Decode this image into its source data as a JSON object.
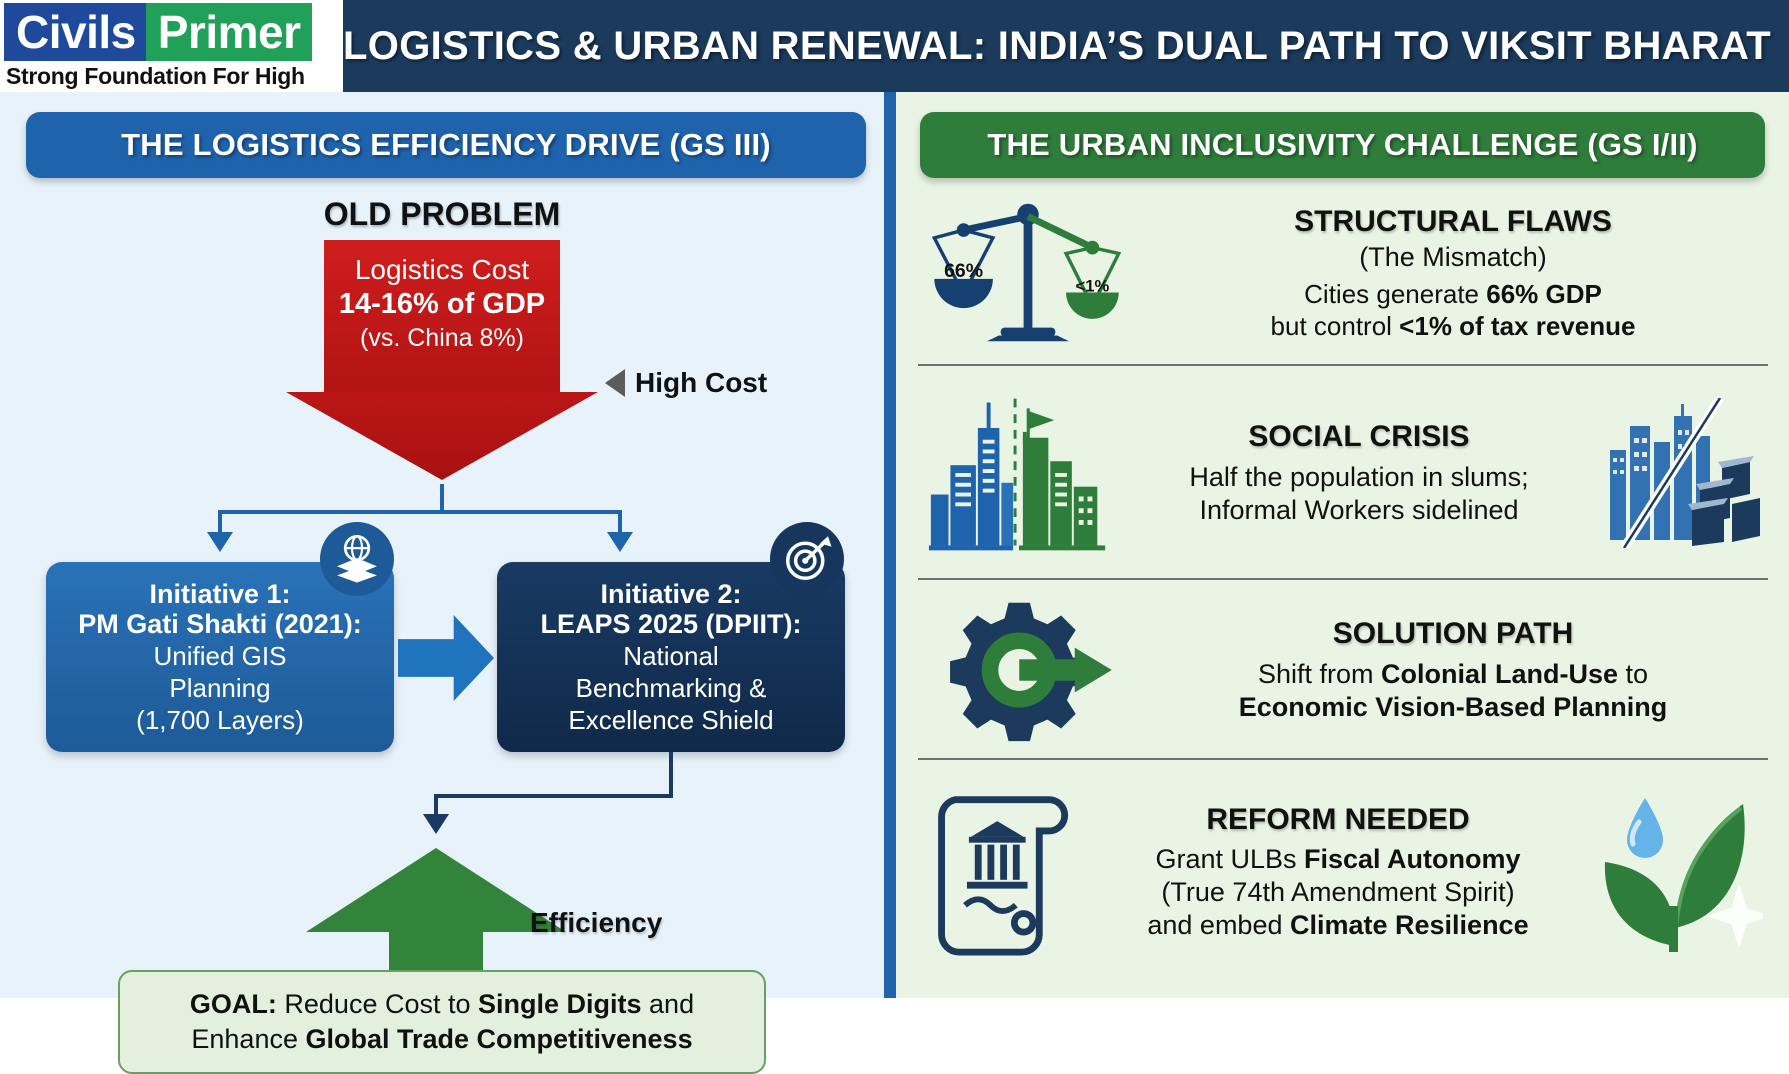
{
  "header": {
    "logo": {
      "part1": "Civils",
      "part2": "Primer",
      "tagline": "Strong Foundation For High Rise"
    },
    "title": "LOGISTICS & URBAN RENEWAL: INDIA’S DUAL PATH TO VIKSIT BHARAT"
  },
  "left_panel": {
    "heading": "THE LOGISTICS EFFICIENCY DRIVE (GS III)",
    "section_label": "OLD PROBLEM",
    "problem": {
      "line1": "Logistics Cost",
      "line2": "14-16% of GDP",
      "line3": "(vs. China 8%)",
      "callout": "High Cost"
    },
    "initiative1": {
      "title_line1": "Initiative 1:",
      "title_line2": "PM Gati Shakti (2021):",
      "body_line1": "Unified GIS",
      "body_line2": "Planning",
      "body_line3": "(1,700 Layers)",
      "icon": "globe-layers-icon"
    },
    "initiative2": {
      "title_line1": "Initiative 2:",
      "title_line2": "LEAPS 2025 (DPIIT):",
      "body_line1": "National",
      "body_line2": "Benchmarking &",
      "body_line3": "Excellence Shield",
      "icon": "target-icon"
    },
    "efficiency_label": "Efficiency",
    "goal": {
      "prefix": "GOAL:",
      "text_a": " Reduce Cost to ",
      "bold_a": "Single Digits",
      "text_b": " and Enhance ",
      "bold_b": "Global Trade Competitiveness"
    }
  },
  "right_panel": {
    "heading": "THE URBAN INCLUSIVITY CHALLENGE (GS I/II)",
    "rows": [
      {
        "icon": "balance-scale-icon",
        "scale_left_value": "66%",
        "scale_right_value": "<1%",
        "title": "STRUCTURAL FLAWS",
        "subtitle": "(The Mismatch)",
        "body_a": "Cities generate ",
        "body_bold_a": "66% GDP",
        "body_b": "but control ",
        "body_bold_b": "<1% of tax revenue"
      },
      {
        "icon": "city-skyline-icon",
        "icon_right": "skyline-vs-slum-icon",
        "title": "SOCIAL CRISIS",
        "body_line1": "Half the population in slums;",
        "body_line2": "Informal Workers sidelined"
      },
      {
        "icon": "gear-arrow-icon",
        "title": "SOLUTION PATH",
        "body_a": "Shift from ",
        "body_bold_a": "Colonial Land-Use",
        "body_b": " to",
        "body_bold_b": "Economic Vision-Based Planning"
      },
      {
        "icon": "scroll-document-icon",
        "icon_right": "leaf-waterdrop-icon",
        "title": "REFORM NEEDED",
        "body_a": "Grant ULBs ",
        "body_bold_a": "Fiscal Autonomy",
        "body_b": "(True 74th Amendment Spirit)",
        "body_c": "and embed ",
        "body_bold_c": "Climate Resilience"
      }
    ]
  },
  "colors": {
    "header_navy": "#1b3a5c",
    "logo_blue": "#1f4a9b",
    "logo_green": "#21a05a",
    "left_accent": "#1f63ad",
    "right_accent": "#2f7d3a",
    "problem_red": "#cf1d1d",
    "init2_navy": "#183a63",
    "goal_green": "#31843a"
  }
}
